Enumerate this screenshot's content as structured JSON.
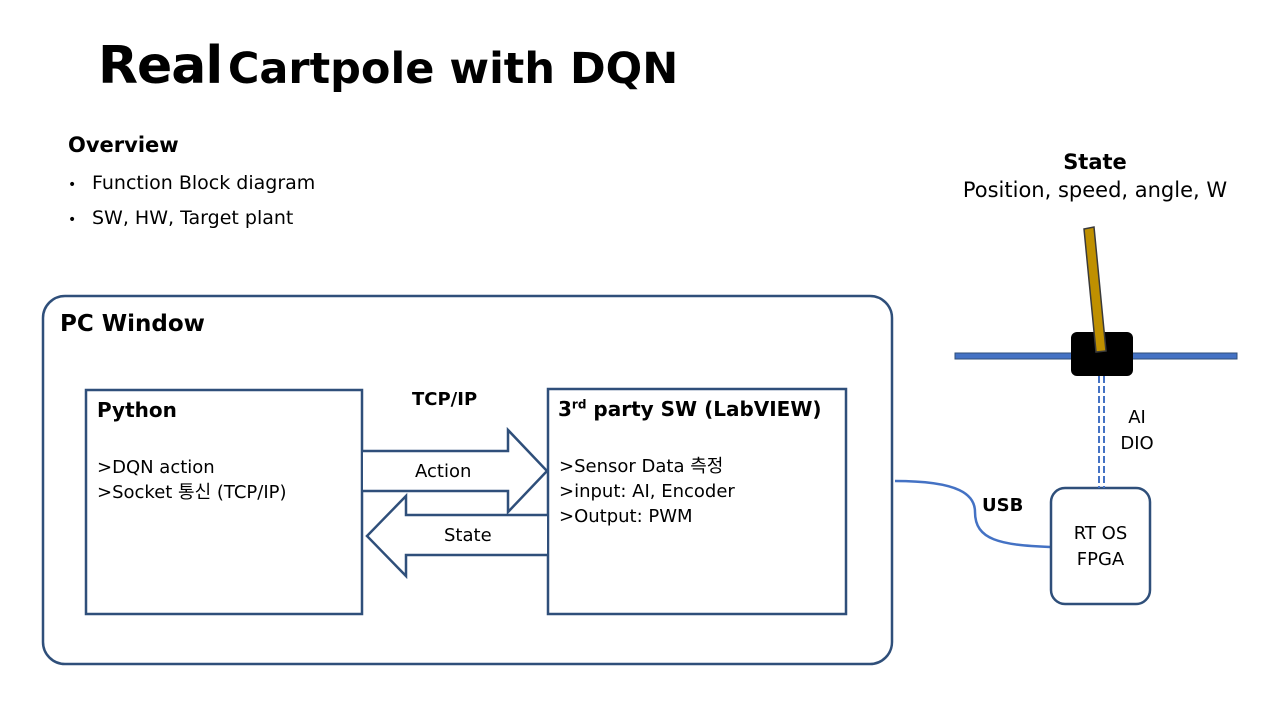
{
  "slide": {
    "title_first": "Real",
    "title_rest": "Cartpole with DQN",
    "overview_heading": "Overview",
    "bullets": [
      "Function Block diagram",
      "SW, HW, Target plant"
    ],
    "bullet_marker": "•"
  },
  "pc_window": {
    "label": "PC Window",
    "python": {
      "title": "Python",
      "lines": [
        ">DQN action",
        ">Socket 통신 (TCP/IP)"
      ]
    },
    "labview": {
      "title_prefix": "3",
      "title_sup": "rd",
      "title_suffix": " party SW (LabVIEW)",
      "lines": [
        ">Sensor Data 측정",
        ">input: AI, Encoder",
        ">Output: PWM"
      ]
    },
    "tcpip_label": "TCP/IP",
    "action_label": "Action",
    "state_label": "State"
  },
  "hardware": {
    "usb_label": "USB",
    "rt_lines": [
      "RT OS",
      "FPGA"
    ],
    "signal_lines": [
      "AI",
      "DIO"
    ],
    "state_title": "State",
    "state_sub": "Position, speed, angle, W"
  },
  "colors": {
    "box_border": "#2f4f7a",
    "rail": "#4472c4",
    "pole": "#bf9000",
    "cart": "#000000"
  }
}
